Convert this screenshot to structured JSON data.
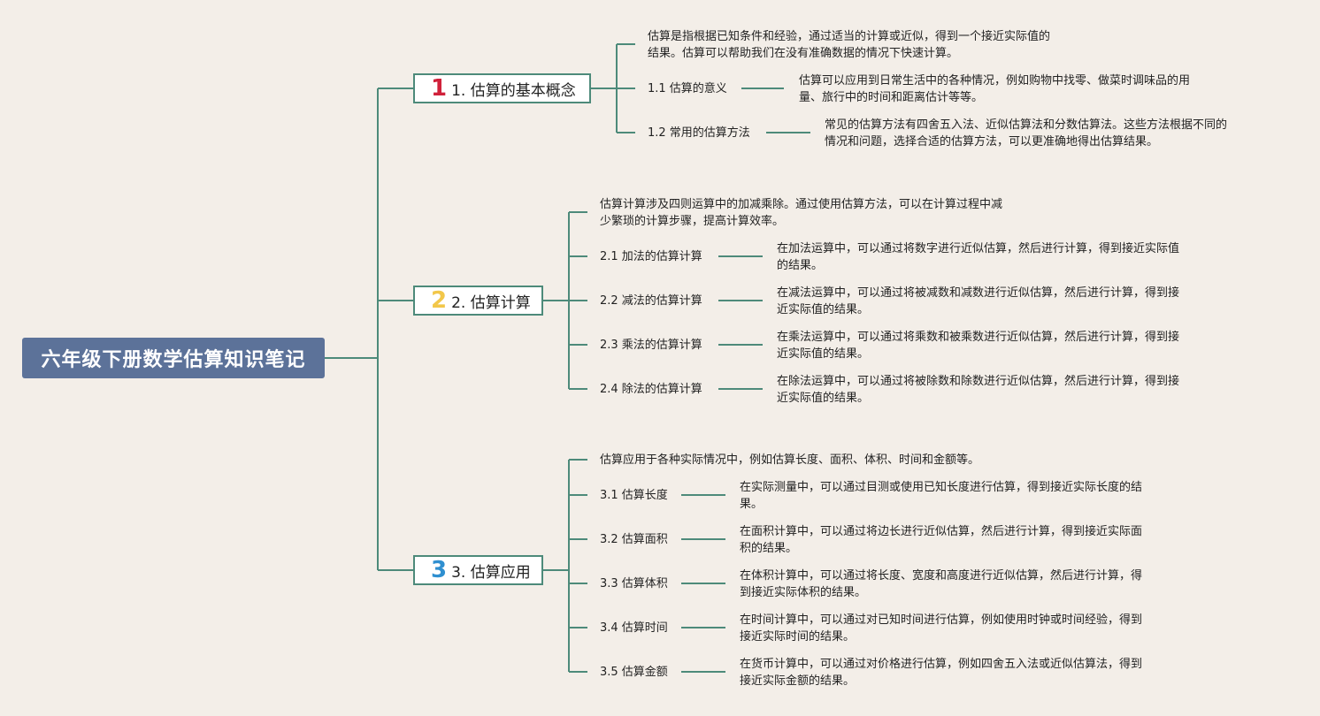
{
  "root": {
    "title": "六年级下册数学估算知识笔记"
  },
  "branches": [
    {
      "num": "1",
      "num_color": "#d0213a",
      "title": "1. 估算的基本概念",
      "intro": [
        "估算是指根据已知条件和经验，通过适当的计算或近似，得到一个接近实际值的",
        "结果。估算可以帮助我们在没有准确数据的情况下快速计算。"
      ],
      "items": [
        {
          "label": "1.1 估算的意义",
          "desc": [
            "估算可以应用到日常生活中的各种情况，例如购物中找零、做菜时调味品的用",
            "量、旅行中的时间和距离估计等等。"
          ]
        },
        {
          "label": "1.2 常用的估算方法",
          "desc": [
            "常见的估算方法有四舍五入法、近似估算法和分数估算法。这些方法根据不同的",
            "情况和问题，选择合适的估算方法，可以更准确地得出估算结果。"
          ]
        }
      ]
    },
    {
      "num": "2",
      "num_color": "#f2c74a",
      "title": "2. 估算计算",
      "intro": [
        "估算计算涉及四则运算中的加减乘除。通过使用估算方法，可以在计算过程中减",
        "少繁琐的计算步骤，提高计算效率。"
      ],
      "items": [
        {
          "label": "2.1 加法的估算计算",
          "desc": [
            "在加法运算中，可以通过将数字进行近似估算，然后进行计算，得到接近实际值",
            "的结果。"
          ]
        },
        {
          "label": "2.2 减法的估算计算",
          "desc": [
            "在减法运算中，可以通过将被减数和减数进行近似估算，然后进行计算，得到接",
            "近实际值的结果。"
          ]
        },
        {
          "label": "2.3 乘法的估算计算",
          "desc": [
            "在乘法运算中，可以通过将乘数和被乘数进行近似估算，然后进行计算，得到接",
            "近实际值的结果。"
          ]
        },
        {
          "label": "2.4 除法的估算计算",
          "desc": [
            "在除法运算中，可以通过将被除数和除数进行近似估算，然后进行计算，得到接",
            "近实际值的结果。"
          ]
        }
      ]
    },
    {
      "num": "3",
      "num_color": "#2f8fd0",
      "title": "3. 估算应用",
      "intro": [
        "估算应用于各种实际情况中，例如估算长度、面积、体积、时间和金额等。"
      ],
      "items": [
        {
          "label": "3.1 估算长度",
          "desc": [
            "在实际测量中，可以通过目测或使用已知长度进行估算，得到接近实际长度的结",
            "果。"
          ]
        },
        {
          "label": "3.2 估算面积",
          "desc": [
            "在面积计算中，可以通过将边长进行近似估算，然后进行计算，得到接近实际面",
            "积的结果。"
          ]
        },
        {
          "label": "3.3 估算体积",
          "desc": [
            "在体积计算中，可以通过将长度、宽度和高度进行近似估算，然后进行计算，得",
            "到接近实际体积的结果。"
          ]
        },
        {
          "label": "3.4 估算时间",
          "desc": [
            "在时间计算中，可以通过对已知时间进行估算，例如使用时钟或时间经验，得到",
            "接近实际时间的结果。"
          ]
        },
        {
          "label": "3.5 估算金额",
          "desc": [
            "在货币计算中，可以通过对价格进行估算，例如四舍五入法或近似估算法，得到",
            "接近实际金额的结果。"
          ]
        }
      ]
    }
  ]
}
